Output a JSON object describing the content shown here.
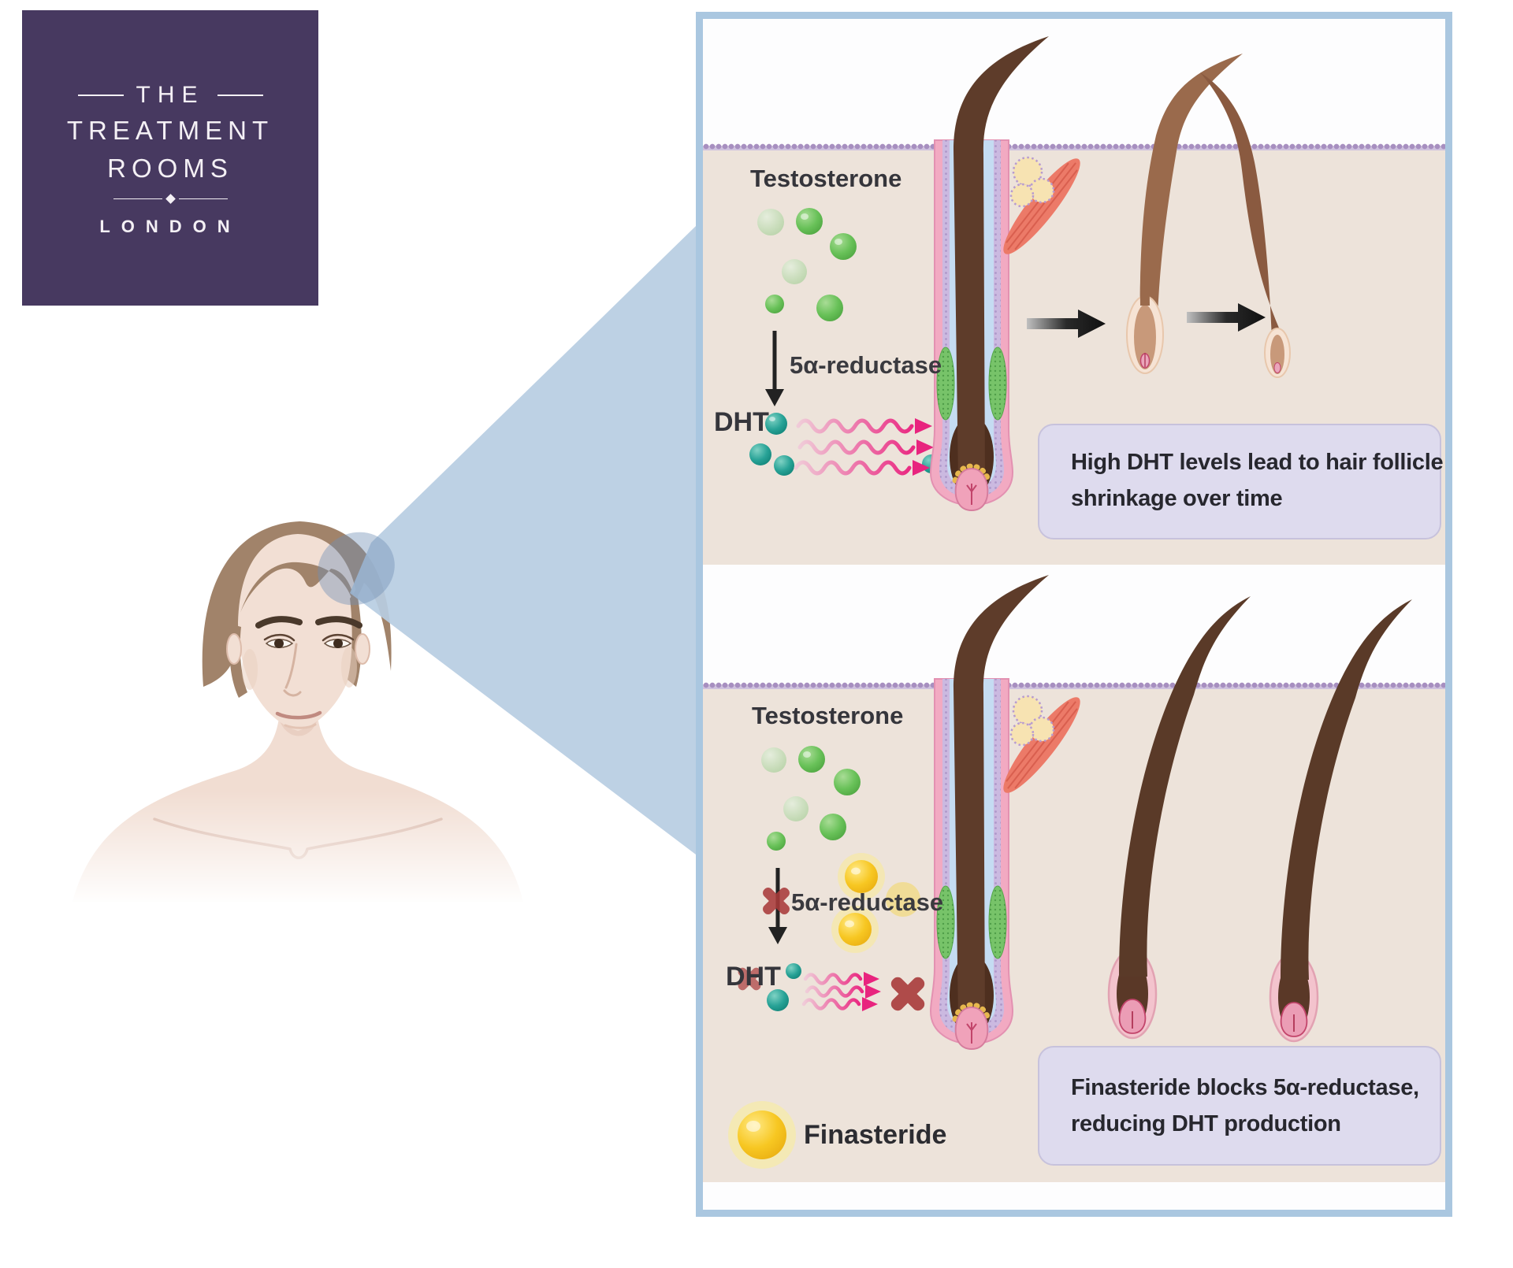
{
  "logo": {
    "prefix": "THE",
    "name_line1": "TREATMENT",
    "name_line2": "ROOMS",
    "city": "LONDON",
    "bg_color": "#473960"
  },
  "diagram": {
    "top_panel": {
      "testosterone_label": "Testosterone",
      "enzyme_label": "5α-reductase",
      "dht_label": "DHT",
      "caption_line1": "High DHT levels lead to hair follicle",
      "caption_line2": "shrinkage over time"
    },
    "bottom_panel": {
      "testosterone_label": "Testosterone",
      "enzyme_label": "5α-reductase",
      "dht_label": "DHT",
      "caption_line1": "Finasteride blocks 5α-reductase,",
      "caption_line2": "reducing DHT production",
      "legend_label": "Finasteride"
    },
    "colors": {
      "panel_border": "#aac7e0",
      "beam_blue": "#b7cde2",
      "skin_background": "#ede3da",
      "caption_box": "#dedbee",
      "testosterone_green": "#5cb84e",
      "dht_teal": "#17897e",
      "finasteride_yellow": "#f2c118",
      "block_red": "#a93b3b",
      "signal_pink": "#e8247e",
      "logo_purple": "#473960"
    }
  }
}
